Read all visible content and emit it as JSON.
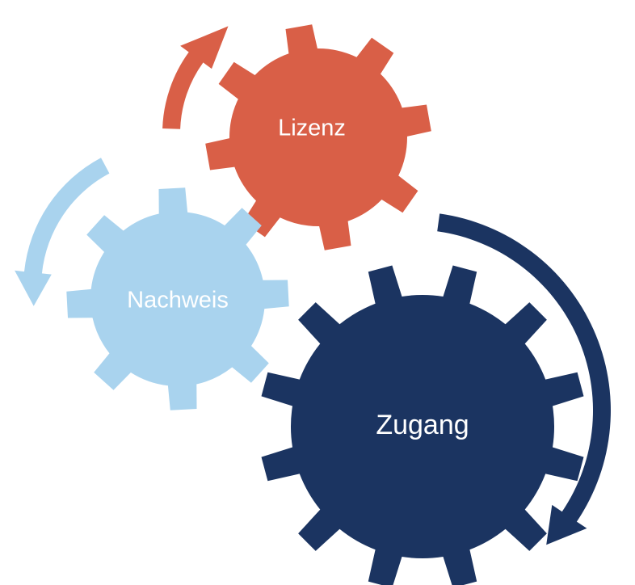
{
  "gears": [
    {
      "id": "lizenz",
      "label": "Lizenz",
      "color": "#D95F47"
    },
    {
      "id": "nachweis",
      "label": "Nachweis",
      "color": "#A9D3EE"
    },
    {
      "id": "zugang",
      "label": "Zugang",
      "color": "#1B3461"
    }
  ],
  "arrows": [
    {
      "id": "lizenz",
      "color": "#D95F47",
      "direction": "counterclockwise"
    },
    {
      "id": "nachweis",
      "color": "#A9D3EE",
      "direction": "counterclockwise"
    },
    {
      "id": "zugang",
      "color": "#1B3461",
      "direction": "clockwise"
    }
  ]
}
